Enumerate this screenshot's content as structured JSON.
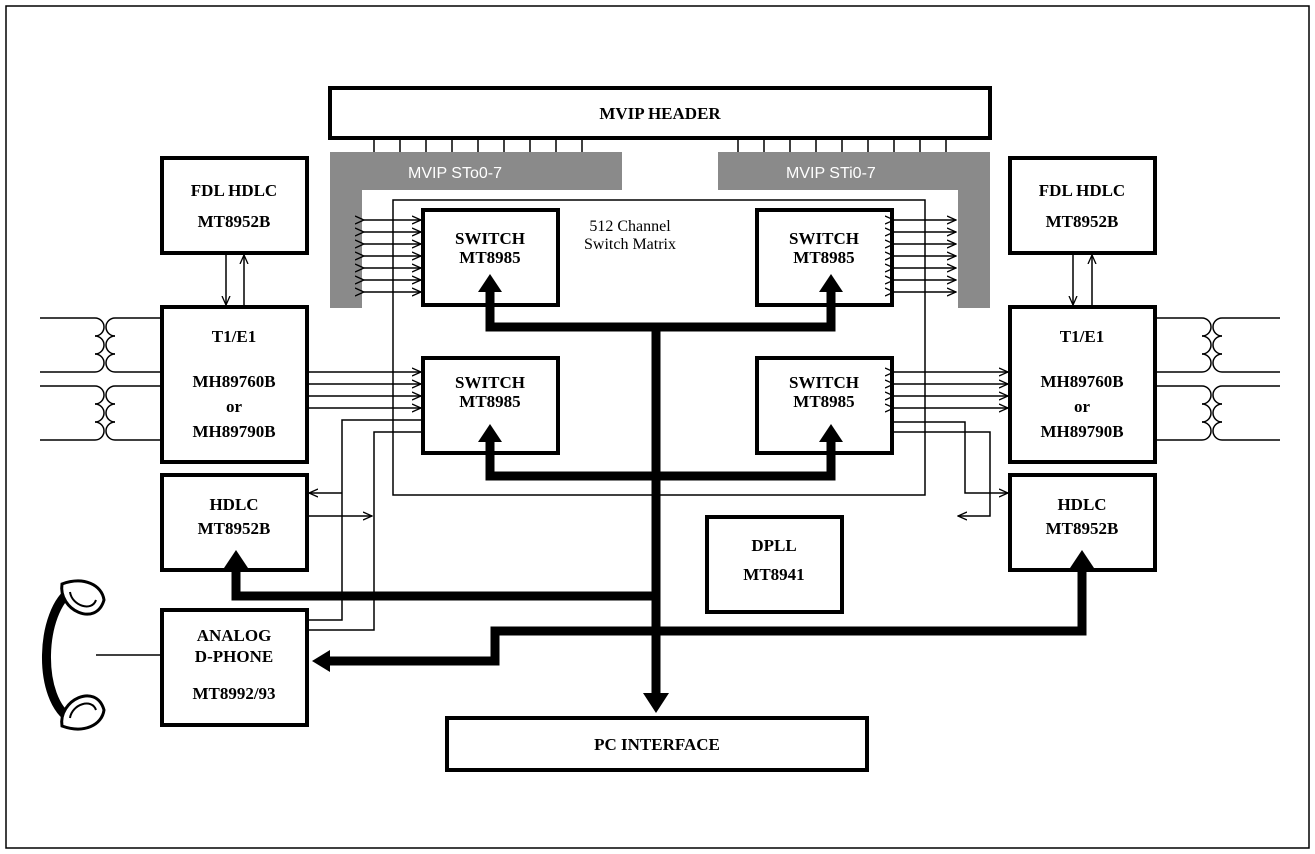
{
  "header": {
    "label": "MVIP HEADER"
  },
  "mvip_out": {
    "label": "MVIP STo0-7"
  },
  "mvip_in": {
    "label": "MVIP STi0-7"
  },
  "matrix": {
    "line1": "512 Channel",
    "line2": "Switch Matrix"
  },
  "switch": {
    "line1": "SWITCH",
    "line2": "MT8985"
  },
  "fdl_hdlc": {
    "line1": "FDL HDLC",
    "line2": "MT8952B"
  },
  "t1e1": {
    "line1": "T1/E1",
    "line2": "MH89760B",
    "line3": "or",
    "line4": "MH89790B"
  },
  "hdlc": {
    "line1": "HDLC",
    "line2": "MT8952B"
  },
  "dpll": {
    "line1": "DPLL",
    "line2": "MT8941"
  },
  "analog": {
    "line1": "ANALOG",
    "line2": "D-PHONE",
    "line3": "MT8992/93"
  },
  "pc": {
    "label": "PC INTERFACE"
  },
  "icons": [
    "telephone-handset-icon",
    "transformer-icon",
    "arrowhead-icon"
  ]
}
